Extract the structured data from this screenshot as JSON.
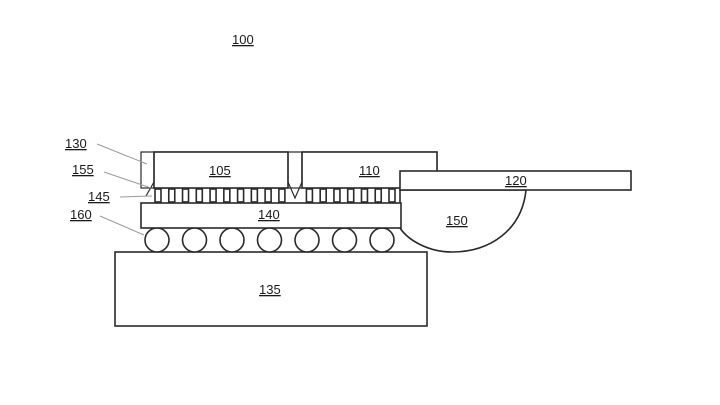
{
  "labels": {
    "assembly": "100",
    "die_left": "105",
    "die_right": "110",
    "component_120": "120",
    "layer_130": "130",
    "substrate": "135",
    "interposer": "140",
    "layer_145": "145",
    "fill_150": "150",
    "layer_155": "155",
    "solder_balls": "160"
  },
  "solder_ball_count": 7,
  "microbump_count": 18
}
